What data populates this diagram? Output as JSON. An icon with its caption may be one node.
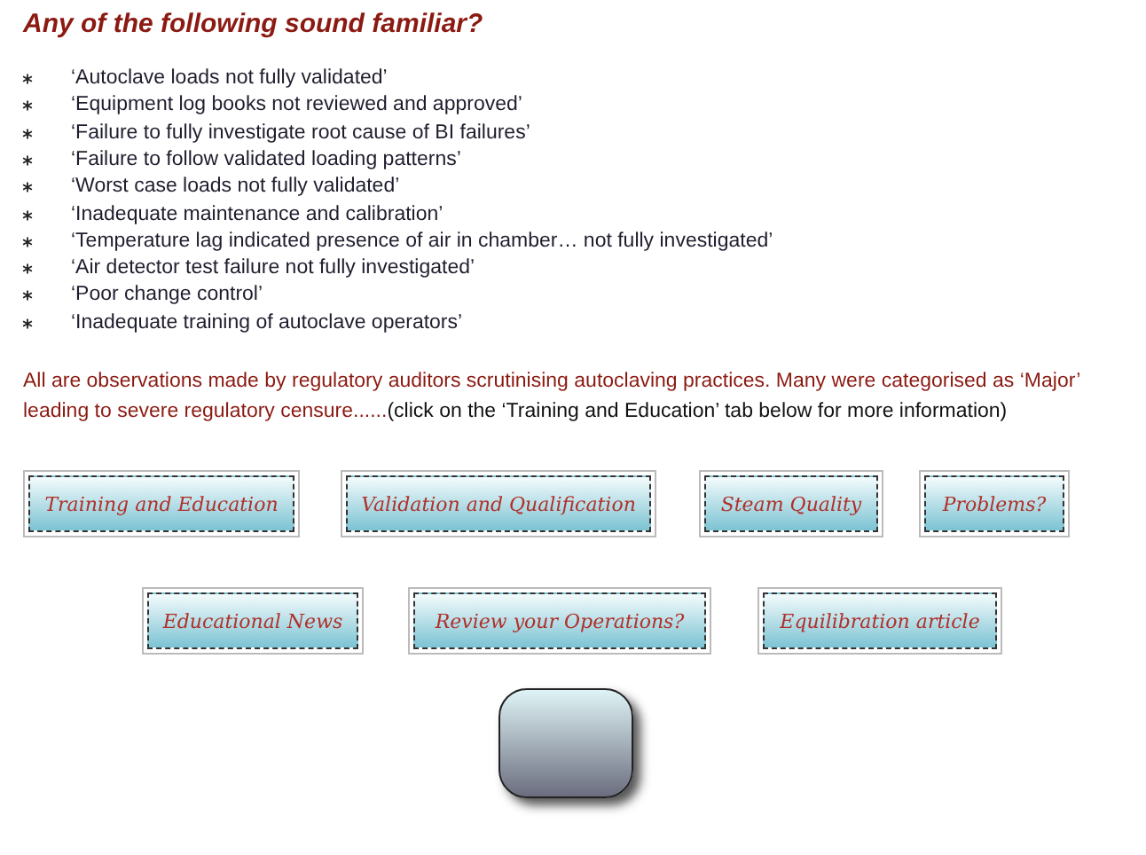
{
  "diagram": {
    "title": "Any of the following sound familiar?",
    "nodes": [
      {
        "text": [
          "Training and Education"
        ]
      },
      {
        "text": [
          "Validation and Qualification"
        ]
      },
      {
        "text": [
          "Steam Quality"
        ]
      },
      {
        "text": [
          "Problems?"
        ]
      },
      {
        "text": [
          "Educational News"
        ]
      },
      {
        "text": [
          "Review your Operations?"
        ]
      },
      {
        "text": [
          "Equilibration article"
        ]
      },
      {
        "text": [],
        "shape": "box"
      }
    ],
    "edges": [],
    "labels": [
      "‘Autoclave loads not fully validated’",
      "‘Equipment log books not reviewed and approved’",
      "‘Failure to fully investigate root cause of BI failures’",
      "‘Failure to follow validated loading patterns’",
      "‘Worst case loads not fully validated’",
      "‘Inadequate maintenance and calibration’",
      "‘Temperature lag indicated presence of air in chamber… not fully investigated’",
      "‘Air detector test failure not fully investigated’",
      "‘Poor change control’",
      "‘Inadequate training of autoclave operators’",
      "All are observations made by regulatory auditors scrutinising autoclaving practices. Many were categorised as ‘Major’ leading to severe regulatory censure......",
      "(click on the ‘Training and Education’ tab below for more information)"
    ]
  }
}
